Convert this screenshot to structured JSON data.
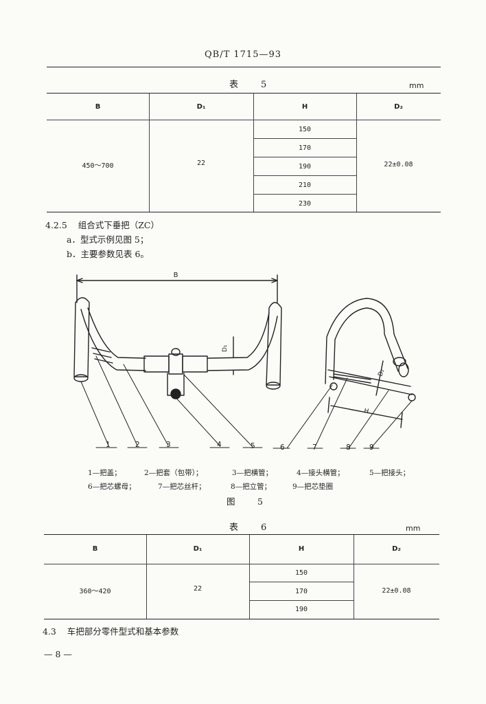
{
  "header": {
    "code": "QB/T 1715—93"
  },
  "table5": {
    "caption": "表　5",
    "unit": "mm",
    "headers": {
      "b": "B",
      "d1": "D₁",
      "h": "H",
      "d2": "D₂"
    },
    "b_value": "450～700",
    "d1_value": "22",
    "h_values": [
      "150",
      "170",
      "190",
      "210",
      "230"
    ],
    "d2_value": "22±0.08"
  },
  "section_425": {
    "number": "4.2.5",
    "title": "组合式下垂把（ZC）",
    "item_a": "a．型式示例见图 5；",
    "item_b": "b．主要参数见表 6。"
  },
  "figure5": {
    "dim_b": "B",
    "dim_d1": "D₁",
    "dim_d2": "D₂",
    "dim_h": "H",
    "callouts": [
      "1",
      "2",
      "3",
      "4",
      "5",
      "6",
      "7",
      "8",
      "9"
    ],
    "legend_line1": [
      "1—把盖；",
      "2—把套（包带）；",
      "3—把横管；",
      "4—接头横管；",
      "5—把接头；"
    ],
    "legend_line2": [
      "6—把芯螺母；",
      "7—把芯丝杆；",
      "8—把立管；",
      "9—把芯垫圈"
    ],
    "caption": "图　5"
  },
  "table6": {
    "caption": "表　6",
    "unit": "mm",
    "headers": {
      "b": "B",
      "d1": "D₁",
      "h": "H",
      "d2": "D₂"
    },
    "b_value": "360～420",
    "d1_value": "22",
    "h_values": [
      "150",
      "170",
      "190"
    ],
    "d2_value": "22±0.08"
  },
  "section_43": {
    "number": "4.3",
    "title": "车把部分零件型式和基本参数"
  },
  "footer": {
    "page": "— 8 —"
  }
}
